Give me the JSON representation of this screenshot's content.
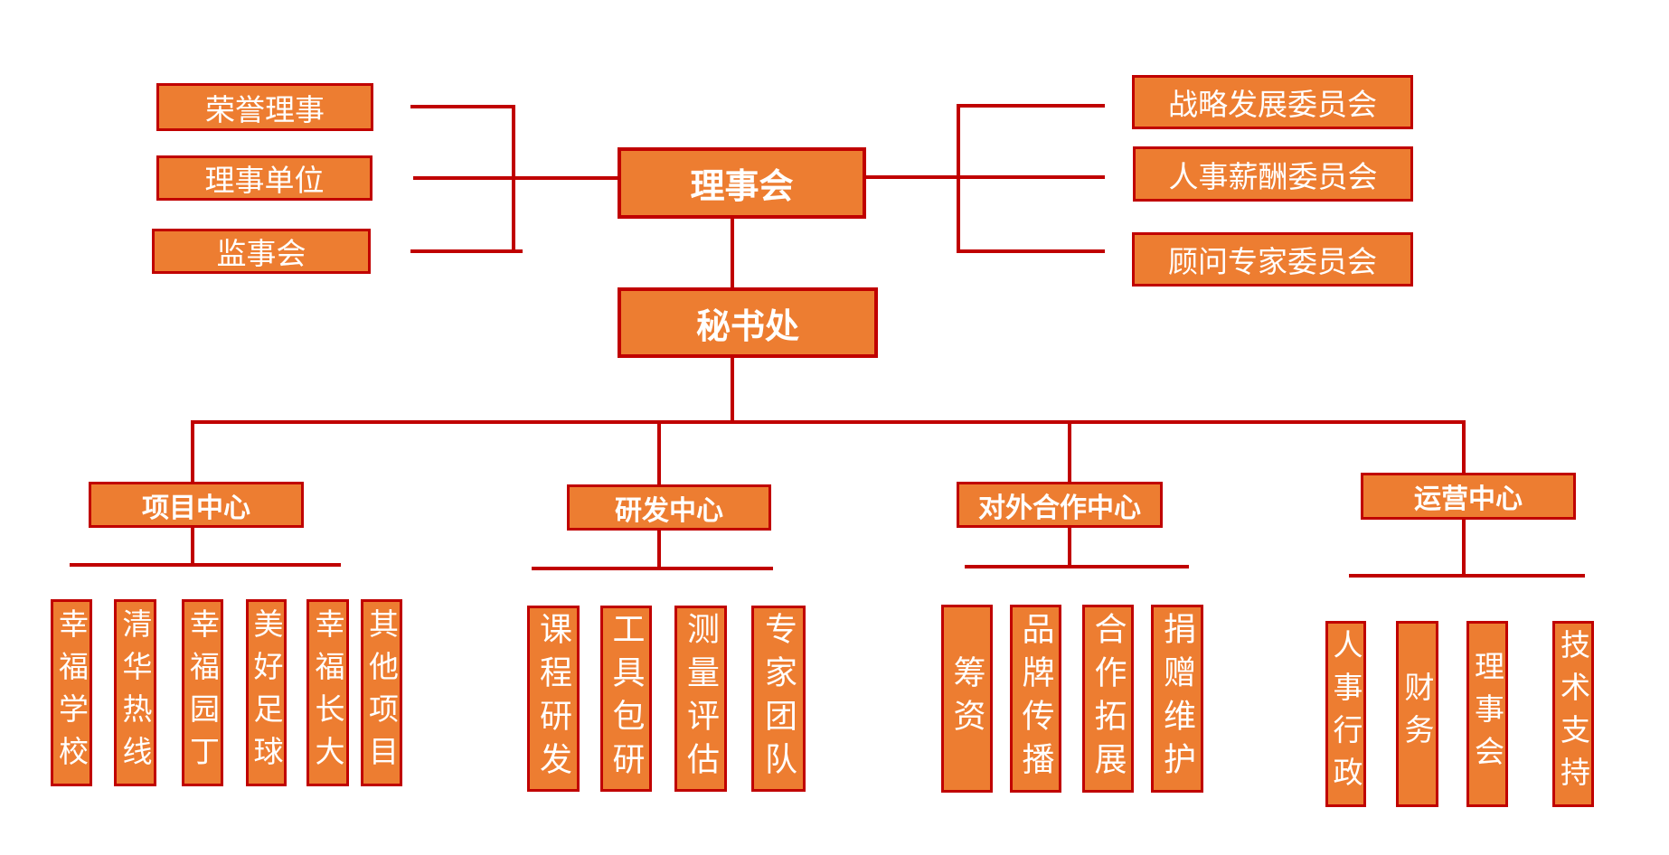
{
  "colors": {
    "box_fill": "#ED7D31",
    "box_border": "#C00000",
    "line": "#C00000",
    "box_text": "#FFFFFF"
  },
  "root": {
    "label": "理事会"
  },
  "secretariat": {
    "label": "秘书处"
  },
  "left_nodes": [
    {
      "label": "荣誉理事"
    },
    {
      "label": "理事单位"
    },
    {
      "label": "监事会"
    }
  ],
  "right_nodes": [
    {
      "label": "战略发展委员会"
    },
    {
      "label": "人事薪酬委员会"
    },
    {
      "label": "顾问专家委员会"
    }
  ],
  "centers": [
    {
      "label": "项目中心",
      "children": [
        "幸福学校",
        "清华热线",
        "幸福园丁",
        "美好足球",
        "幸福长大",
        "其他项目"
      ]
    },
    {
      "label": "研发中心",
      "children": [
        "课程研发",
        "工具包研",
        "测量评估",
        "专家团队"
      ]
    },
    {
      "label": "对外合作中心",
      "children": [
        "筹资",
        "品牌传播",
        "合作拓展",
        "捐赠维护"
      ]
    },
    {
      "label": "运营中心",
      "children": [
        "人事行政",
        "财务",
        "理事会",
        "技术支持"
      ]
    }
  ]
}
